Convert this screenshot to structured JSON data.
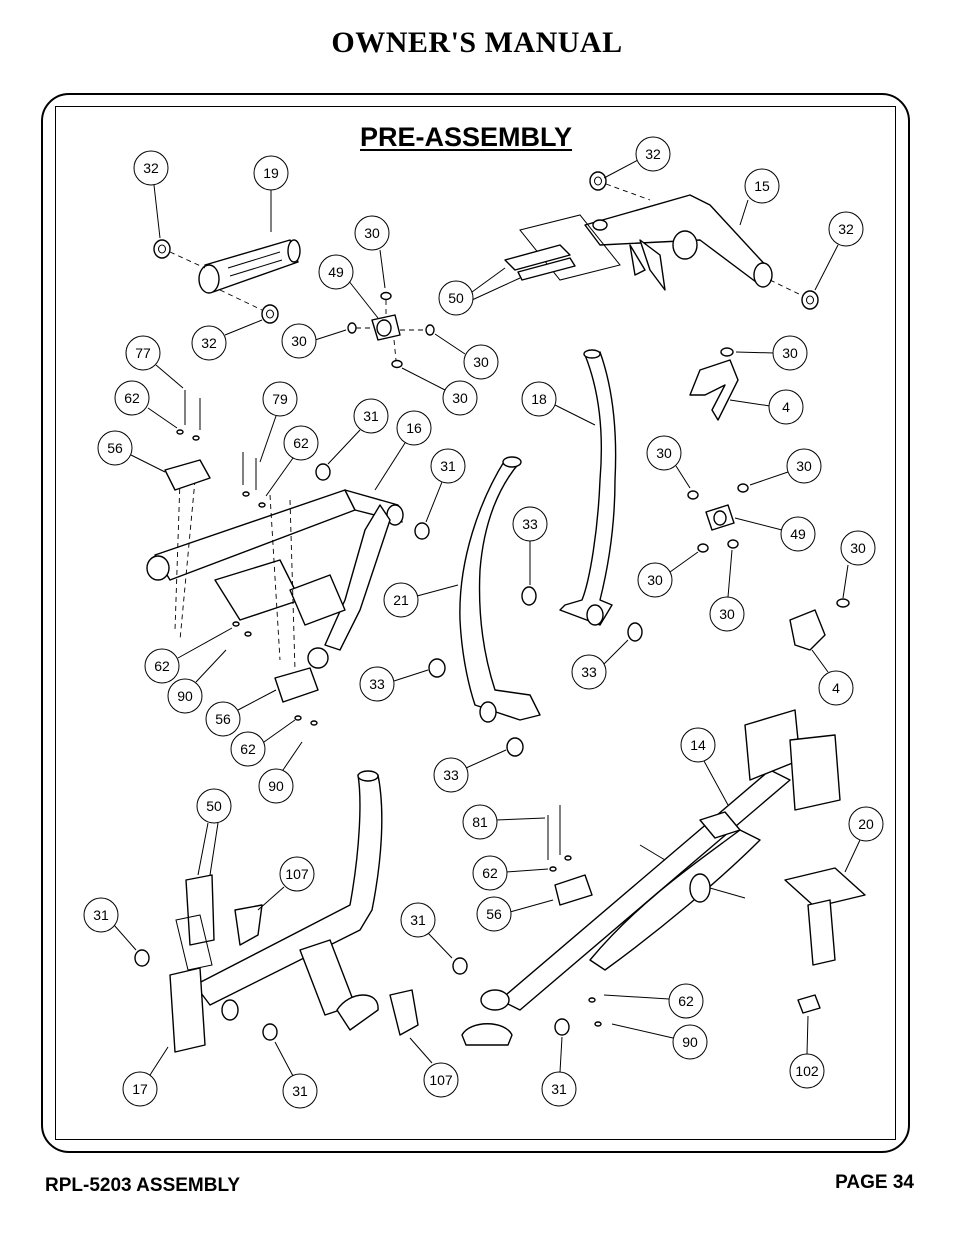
{
  "header": {
    "title": "OWNER'S MANUAL"
  },
  "section": {
    "title": "PRE-ASSEMBLY"
  },
  "footer": {
    "left": "RPL-5203 ASSEMBLY",
    "right": "PAGE 34"
  },
  "callouts": [
    {
      "label": "32"
    },
    {
      "label": "19"
    },
    {
      "label": "32"
    },
    {
      "label": "15"
    },
    {
      "label": "32"
    },
    {
      "label": "30"
    },
    {
      "label": "49"
    },
    {
      "label": "50"
    },
    {
      "label": "32"
    },
    {
      "label": "30"
    },
    {
      "label": "30"
    },
    {
      "label": "30"
    },
    {
      "label": "77"
    },
    {
      "label": "62"
    },
    {
      "label": "79"
    },
    {
      "label": "31"
    },
    {
      "label": "16"
    },
    {
      "label": "62"
    },
    {
      "label": "56"
    },
    {
      "label": "31"
    },
    {
      "label": "18"
    },
    {
      "label": "30"
    },
    {
      "label": "4"
    },
    {
      "label": "30"
    },
    {
      "label": "30"
    },
    {
      "label": "49"
    },
    {
      "label": "33"
    },
    {
      "label": "21"
    },
    {
      "label": "30"
    },
    {
      "label": "30"
    },
    {
      "label": "30"
    },
    {
      "label": "62"
    },
    {
      "label": "90"
    },
    {
      "label": "56"
    },
    {
      "label": "62"
    },
    {
      "label": "33"
    },
    {
      "label": "33"
    },
    {
      "label": "4"
    },
    {
      "label": "33"
    },
    {
      "label": "90"
    },
    {
      "label": "14"
    },
    {
      "label": "50"
    },
    {
      "label": "81"
    },
    {
      "label": "20"
    },
    {
      "label": "107"
    },
    {
      "label": "62"
    },
    {
      "label": "31"
    },
    {
      "label": "56"
    },
    {
      "label": "31"
    },
    {
      "label": "62"
    },
    {
      "label": "90"
    },
    {
      "label": "17"
    },
    {
      "label": "31"
    },
    {
      "label": "107"
    },
    {
      "label": "31"
    },
    {
      "label": "102"
    }
  ]
}
